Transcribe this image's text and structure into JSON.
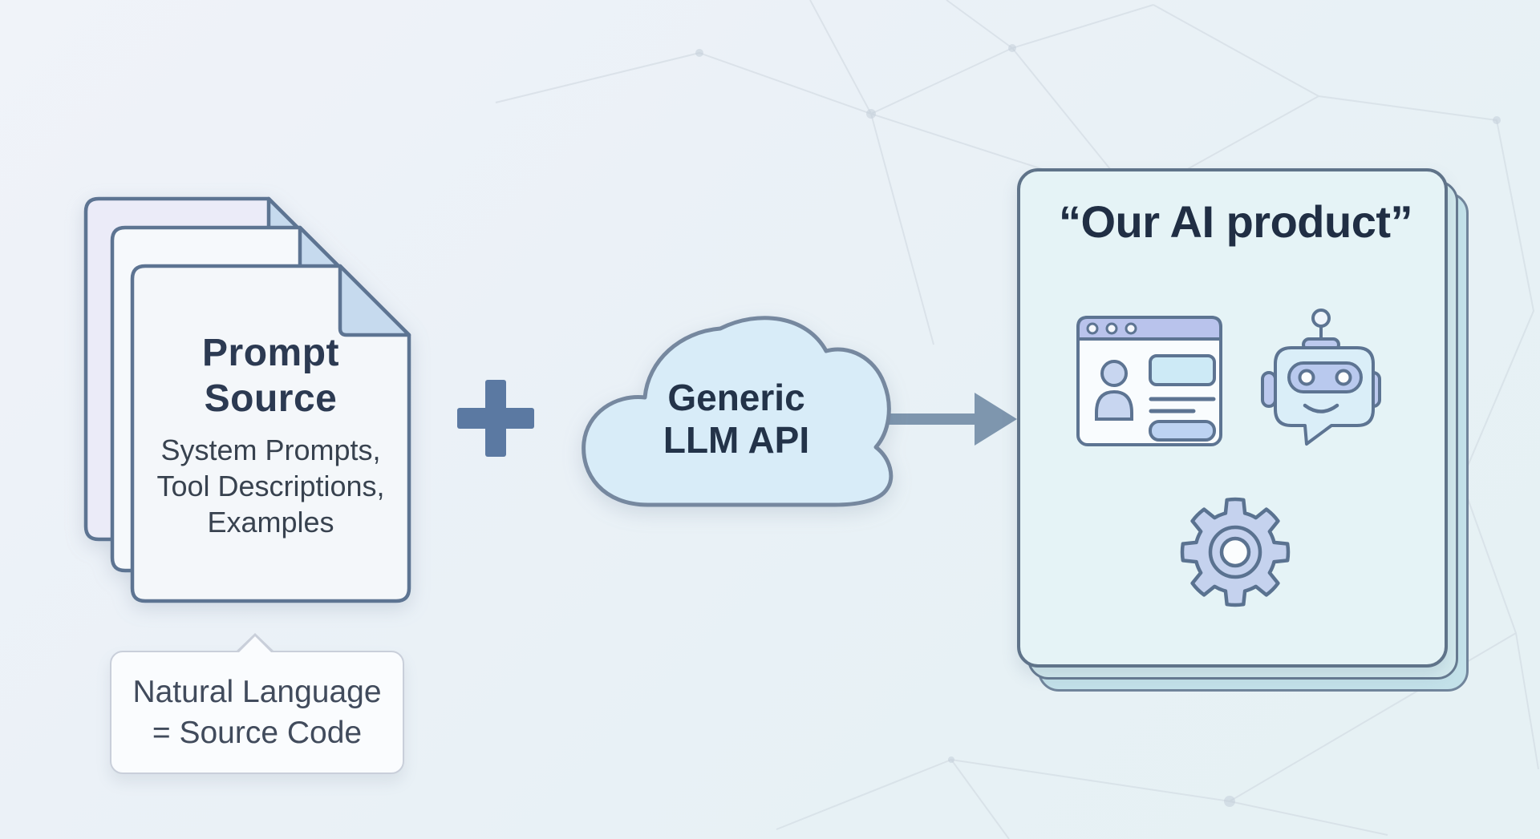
{
  "prompt_source": {
    "title": "Prompt Source",
    "lines": [
      "System Prompts,",
      "Tool Descriptions,",
      "Examples"
    ]
  },
  "callout": {
    "lines": [
      "Natural Language",
      "= Source Code"
    ]
  },
  "cloud": {
    "lines": [
      "Generic",
      "LLM API"
    ]
  },
  "product": {
    "title": "“Our AI product”"
  },
  "icons": {
    "document_stack": "document-stack-icon",
    "plus": "plus-icon",
    "cloud": "cloud-icon",
    "arrow": "arrow-right-icon",
    "browser": "browser-window-icon",
    "robot": "chatbot-icon",
    "gear": "gear-icon"
  },
  "colors": {
    "outline_slate": "#5d7492",
    "cloud_fill": "#d8ecf8",
    "card_fill": "#e5f3f6",
    "periwinkle": "#bfcdf0",
    "fold_blue": "#c6daee",
    "navy_text": "#233349",
    "plus_blue": "#5b79a2",
    "arrow_blue": "#7e96ae"
  }
}
